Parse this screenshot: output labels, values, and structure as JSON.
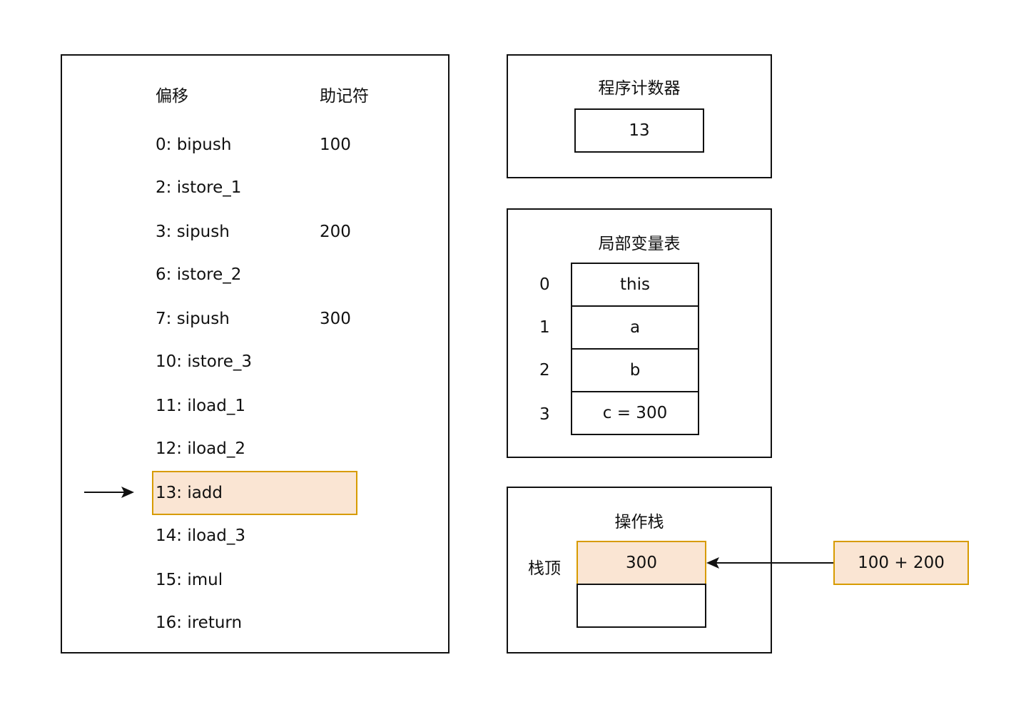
{
  "bytecode": {
    "header_offset": "偏移",
    "header_mnemonic": "助记符",
    "rows": [
      {
        "instr": "0: bipush",
        "arg": "100"
      },
      {
        "instr": "2: istore_1",
        "arg": ""
      },
      {
        "instr": "3: sipush",
        "arg": "200"
      },
      {
        "instr": "6: istore_2",
        "arg": ""
      },
      {
        "instr": "7: sipush",
        "arg": "300"
      },
      {
        "instr": "10: istore_3",
        "arg": ""
      },
      {
        "instr": "11: iload_1",
        "arg": ""
      },
      {
        "instr": "12: iload_2",
        "arg": ""
      },
      {
        "instr": "13: iadd",
        "arg": ""
      },
      {
        "instr": "14: iload_3",
        "arg": ""
      },
      {
        "instr": "15: imul",
        "arg": ""
      },
      {
        "instr": "16: ireturn",
        "arg": ""
      }
    ]
  },
  "pc": {
    "title": "程序计数器",
    "value": "13"
  },
  "locals": {
    "title": "局部变量表",
    "slots": [
      {
        "index": "0",
        "value": "this"
      },
      {
        "index": "1",
        "value": "a"
      },
      {
        "index": "2",
        "value": "b"
      },
      {
        "index": "3",
        "value": "c = 300"
      }
    ]
  },
  "stack": {
    "title": "操作栈",
    "top_label": "栈顶",
    "top_value": "300",
    "second_value": ""
  },
  "input": {
    "label": "100 + 200"
  },
  "colors": {
    "highlight_fill": "#fae5d3",
    "highlight_border": "#d79b00",
    "line": "#111111"
  }
}
